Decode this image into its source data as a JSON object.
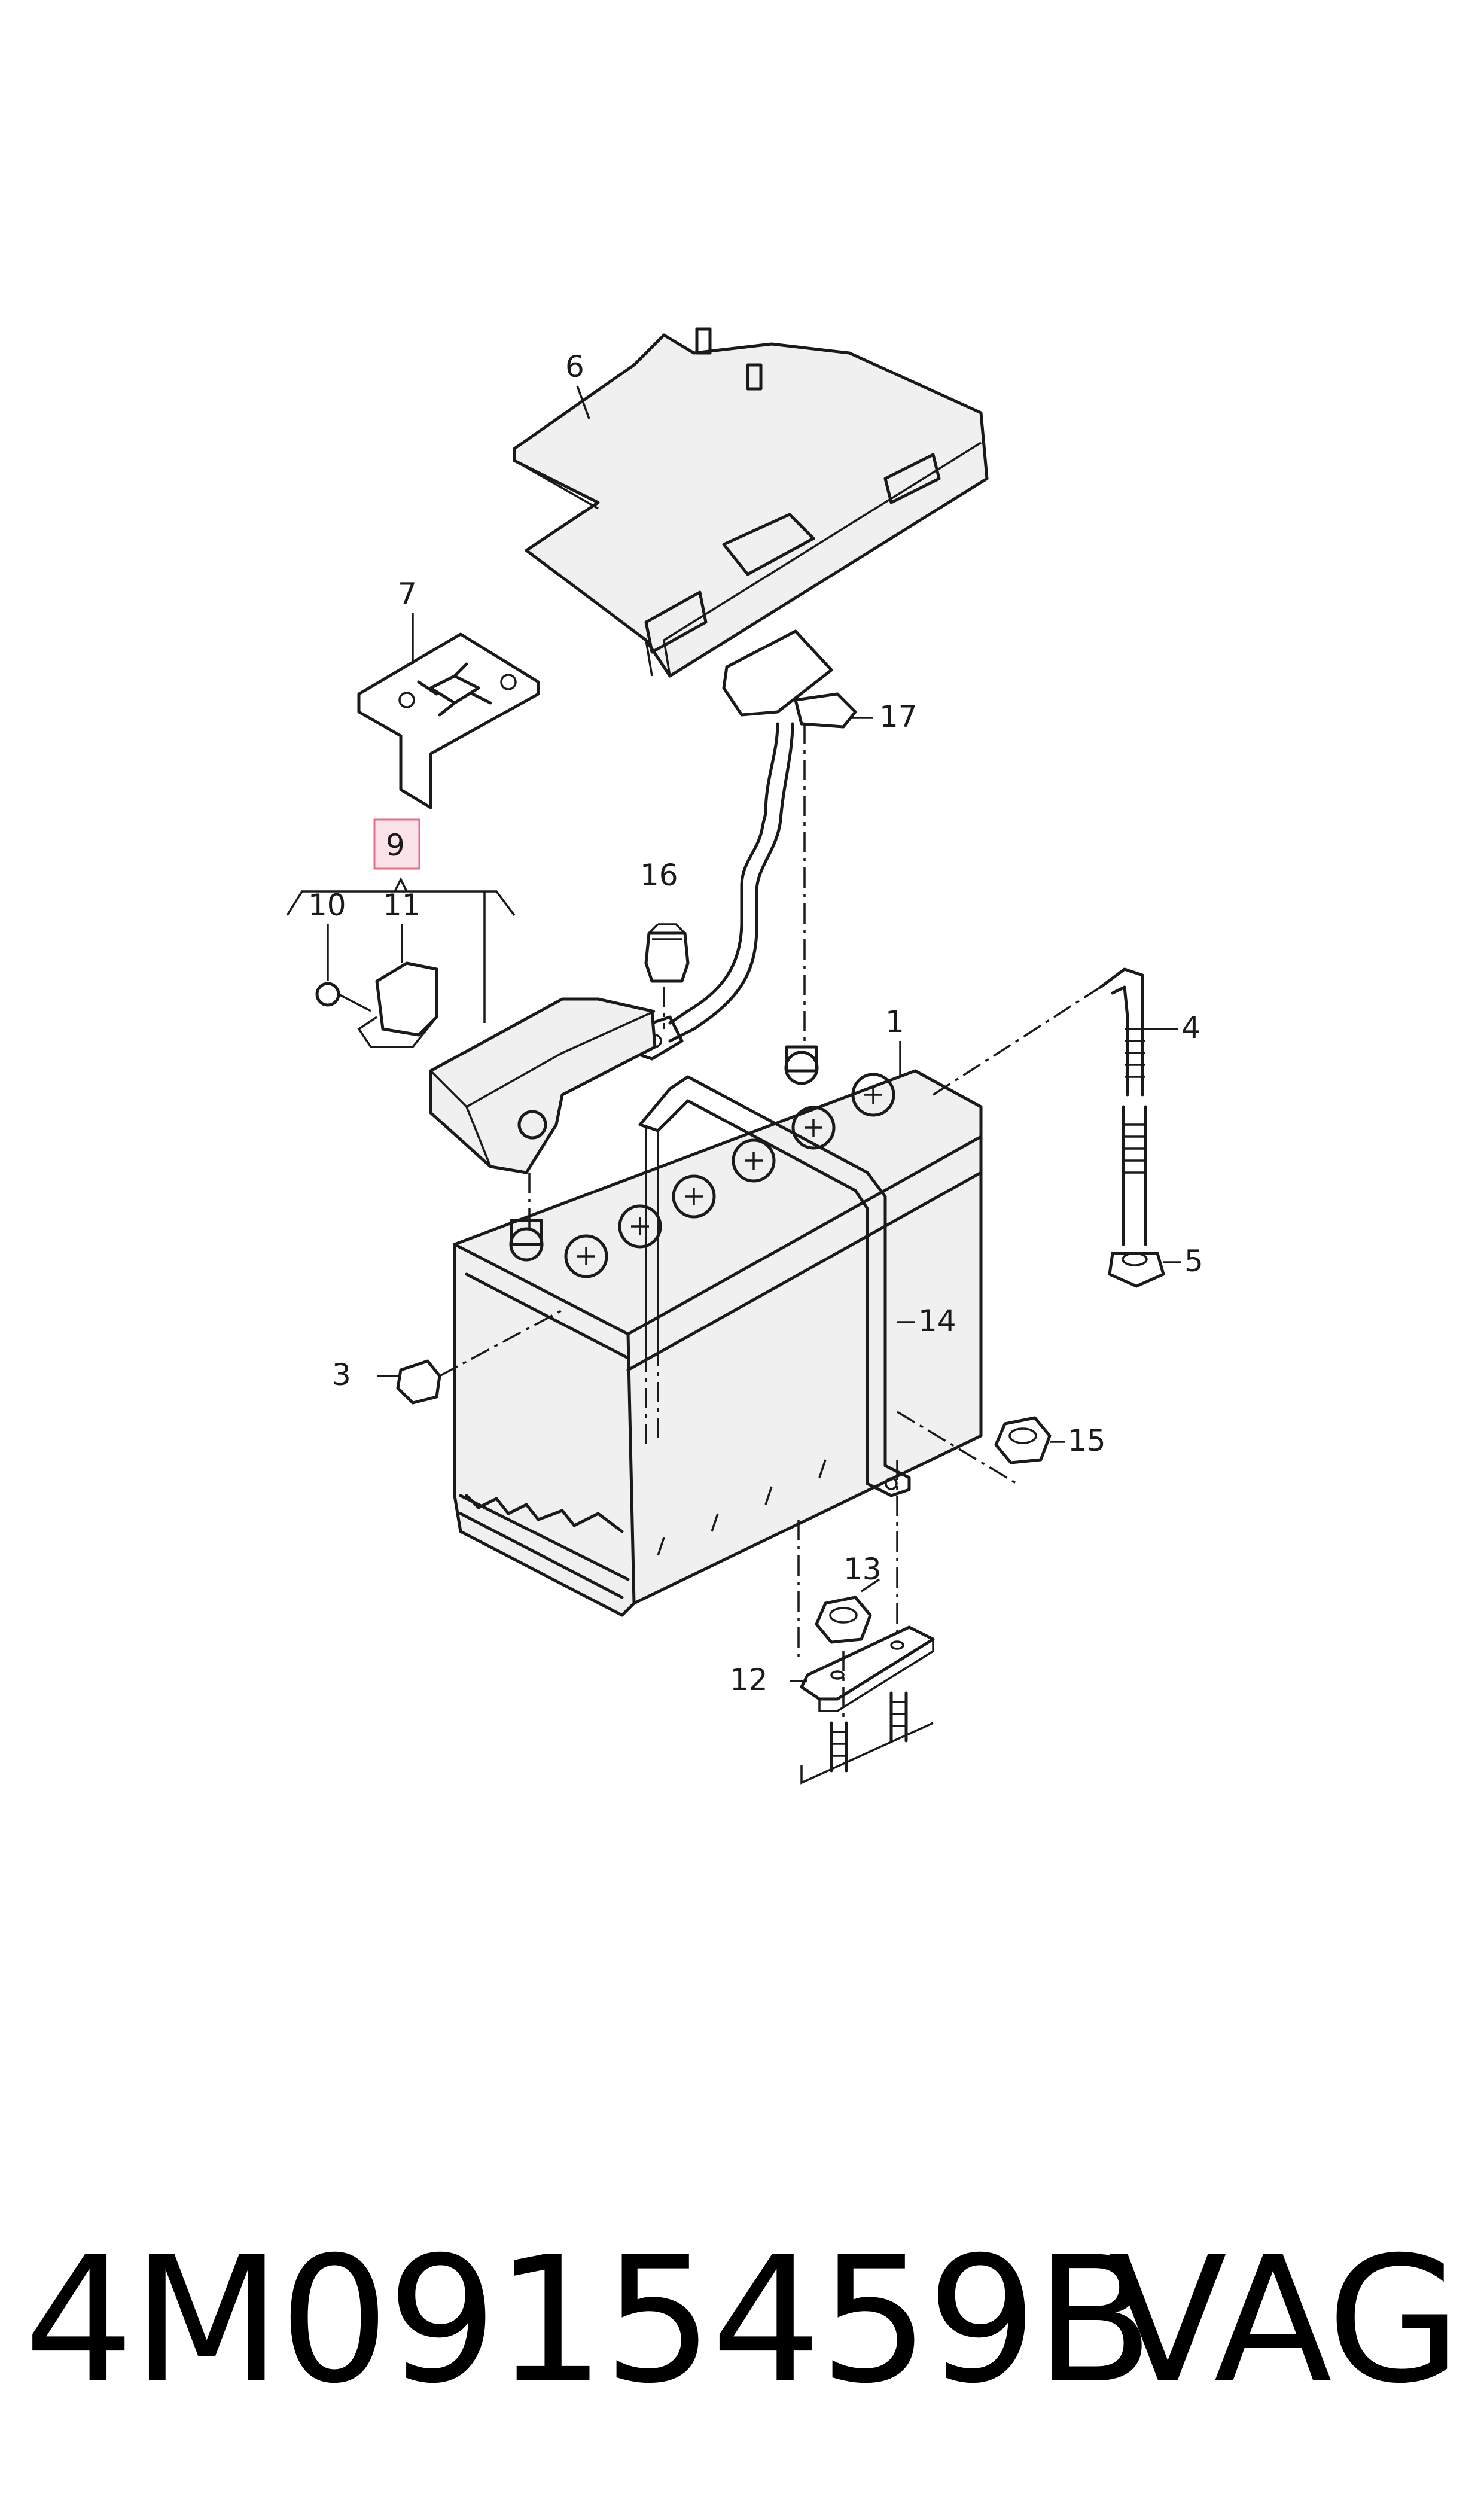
{
  "callouts": {
    "c1": "1",
    "c3": "3",
    "c4": "4",
    "c5": "5",
    "c6": "6",
    "c7": "7",
    "c9": "9",
    "c10": "10",
    "c11": "11",
    "c12": "12",
    "c13": "13",
    "c14": "14",
    "c15": "15",
    "c16": "16",
    "c17": "17"
  },
  "highlight_color": "#e86b8a",
  "footer": {
    "part_number": "4M0915459B",
    "brand": "VAG"
  }
}
